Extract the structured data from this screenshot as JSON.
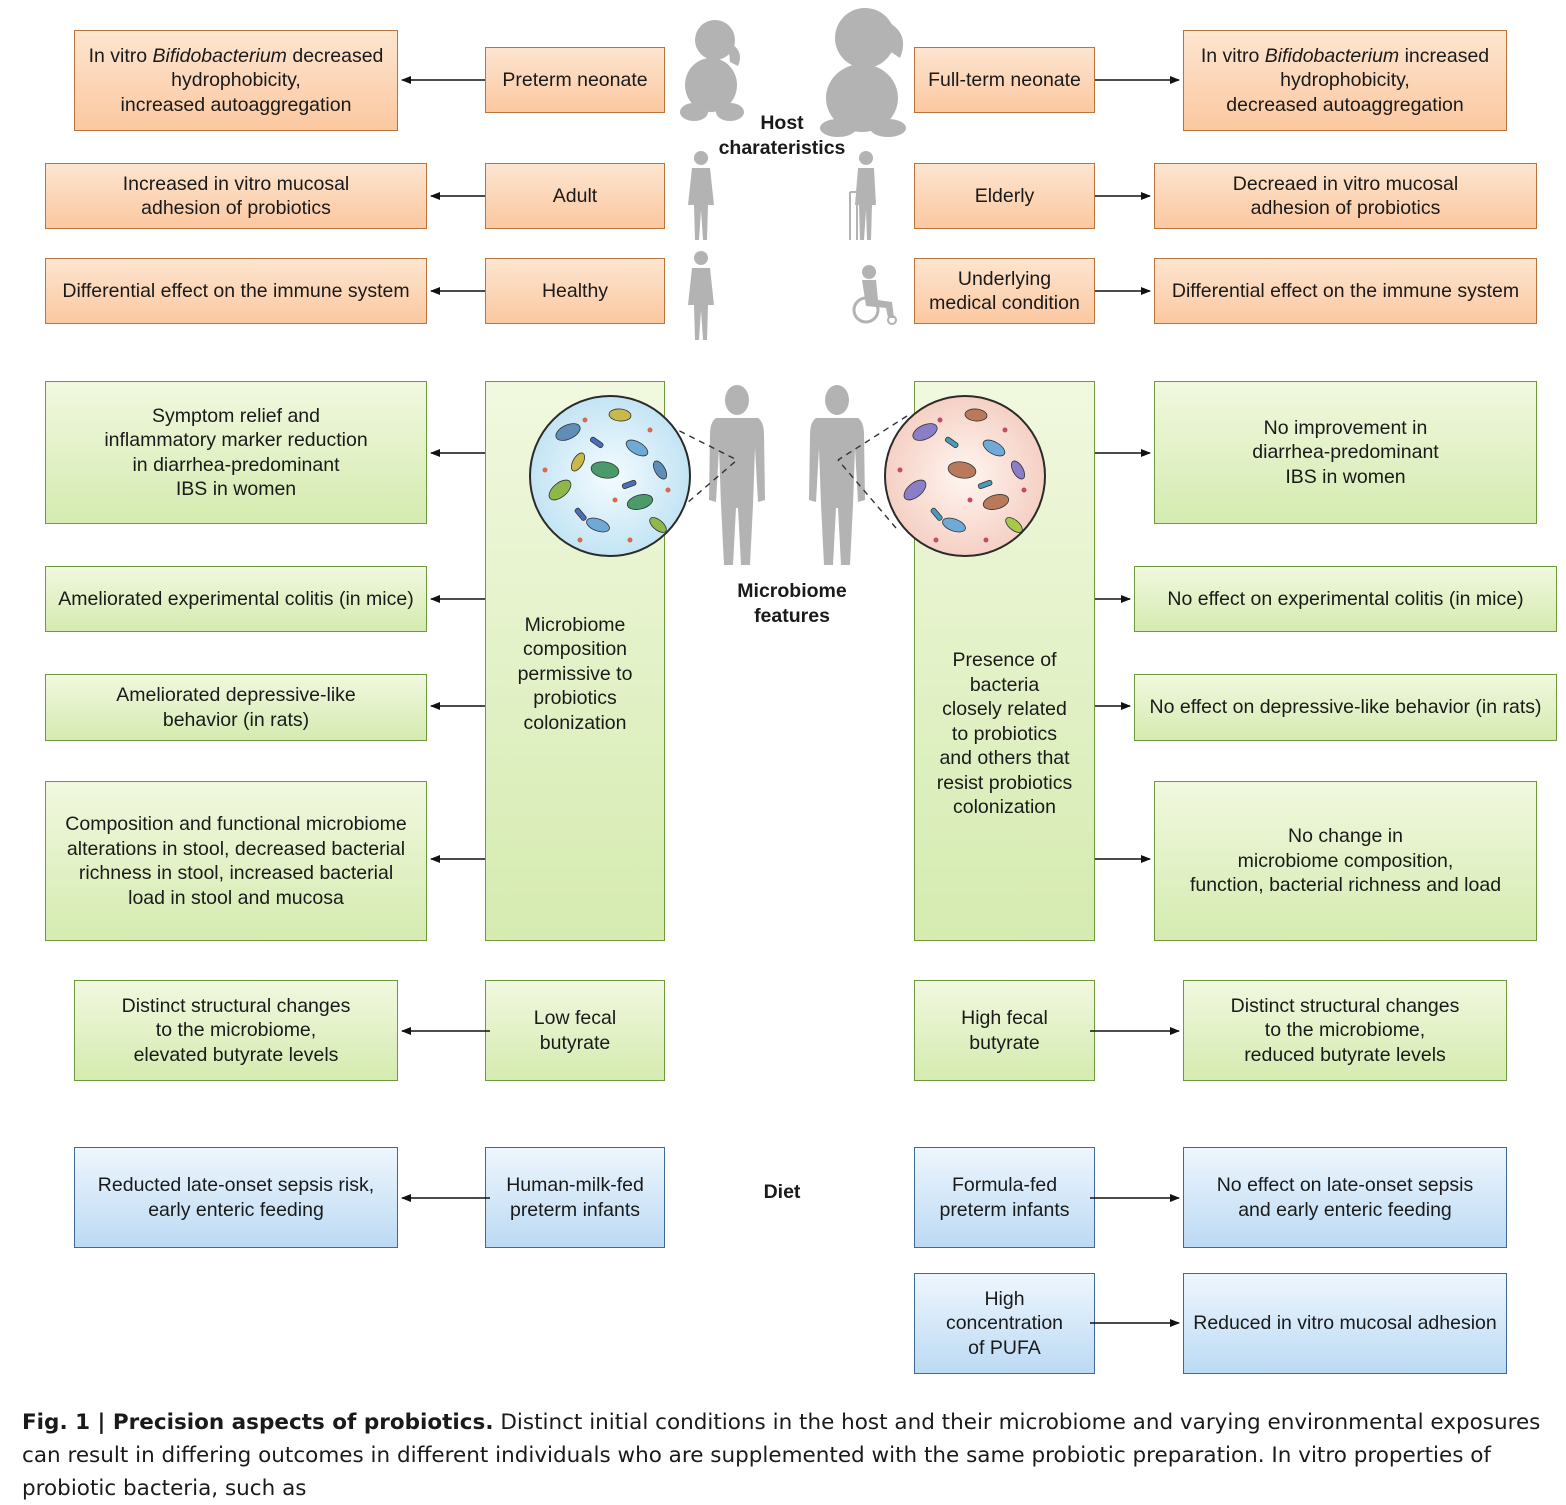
{
  "section_labels": {
    "host": "Host\ncharateristics",
    "microbiome": "Microbiome\nfeatures",
    "diet": "Diet"
  },
  "host": {
    "preterm": {
      "label": "Preterm neonate",
      "outcome_prefix": "In vitro ",
      "outcome_italic": "Bifidobacterium",
      "outcome_rest": "decreased hydrophobicity,\nincreased autoaggregation"
    },
    "fullterm": {
      "label": "Full-term neonate",
      "outcome_prefix": "In vitro ",
      "outcome_italic": "Bifidobacterium",
      "outcome_rest": "increased hydrophobicity,\ndecreased autoaggregation"
    },
    "adult": {
      "label": "Adult",
      "outcome": "Increased in vitro mucosal\nadhesion of probiotics"
    },
    "elderly": {
      "label": "Elderly",
      "outcome": "Decreaed in vitro mucosal\nadhesion of probiotics"
    },
    "healthy": {
      "label": "Healthy",
      "outcome": "Differential effect on the immune system"
    },
    "underlying": {
      "label": "Underlying\nmedical condition",
      "outcome": "Differential effect on the immune system"
    }
  },
  "microbiome": {
    "left_column": "Microbiome\ncomposition\npermissive to\nprobiotics\ncolonization",
    "right_column": "Presence of\nbacteria\nclosely related\nto probiotics\nand others that\nresist probiotics\ncolonization",
    "left_outcomes": [
      "Symptom relief and\ninflammatory marker reduction\nin diarrhea-predominant\nIBS in women",
      "Ameliorated experimental colitis (in mice)",
      "Ameliorated depressive-like\nbehavior (in rats)",
      "Composition and functional microbiome\nalterations in stool, decreased bacterial\nrichness in stool, increased bacterial\nload in stool and mucosa"
    ],
    "right_outcomes": [
      "No improvement in\ndiarrhea-predominant\nIBS in women",
      "No effect on experimental colitis (in mice)",
      "No effect on depressive-like behavior (in rats)",
      "No change in\nmicrobiome composition,\nfunction, bacterial richness and load"
    ],
    "low_butyrate": {
      "label": "Low fecal\nbutyrate",
      "outcome": "Distinct structural changes\nto the microbiome,\nelevated butyrate levels"
    },
    "high_butyrate": {
      "label": "High fecal\nbutyrate",
      "outcome": "Distinct structural changes\nto the microbiome,\nreduced butyrate levels"
    }
  },
  "diet": {
    "human_milk": {
      "label": "Human-milk-fed\npreterm infants",
      "outcome": "Reducted late-onset sepsis risk,\nearly enteric feeding"
    },
    "formula": {
      "label": "Formula-fed\npreterm infants",
      "outcome": "No effect on late-onset sepsis\nand early enteric feeding"
    },
    "pufa": {
      "label": "High\nconcentration\nof PUFA",
      "outcome": "Reduced in vitro mucosal adhesion"
    }
  },
  "caption": {
    "label": "Fig. 1 | Precision aspects of probiotics.",
    "text": " Distinct initial conditions in the host and their microbiome and varying environmental exposures can result in differing outcomes in different individuals who are supplemented with the same probiotic preparation. In vitro properties of probiotic bacteria, such as"
  },
  "colors": {
    "host_fill": "#fbc8a0",
    "host_border": "#b8743a",
    "microbiome_fill": "#d5ebb0",
    "microbiome_border": "#6f9a3c",
    "diet_fill": "#bcdaf4",
    "diet_border": "#3f6a96",
    "silhouette": "#b3b3b3"
  },
  "icons": [
    "infant-sitting-icon",
    "adult-standing-icon",
    "elderly-walker-icon",
    "wheelchair-person-icon",
    "bacteria-microbiome-icon"
  ]
}
